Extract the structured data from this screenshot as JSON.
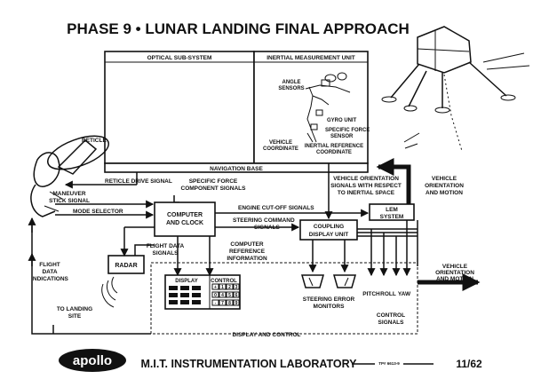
{
  "title": "PHASE 9 • LUNAR LANDING FINAL APPROACH",
  "blocks": {
    "optical": "OPTICAL SUB-SYSTEM",
    "imu": "INERTIAL MEASUREMENT UNIT",
    "nav_base": "NAVIGATION BASE",
    "computer_l1": "COMPUTER",
    "computer_l2": "AND CLOCK",
    "radar": "RADAR",
    "coupling_l1": "COUPLING",
    "coupling_l2": "DISPLAY UNIT",
    "lem_l1": "LEM",
    "lem_l2": "SYSTEM"
  },
  "imu_labels": {
    "angle_l1": "ANGLE",
    "angle_l2": "SENSORS",
    "gyro": "GYRO UNIT",
    "sfs_l1": "SPECIFIC FORCE",
    "sfs_l2": "SENSOR",
    "vc_l1": "VEHICLE",
    "vc_l2": "COORDINATE",
    "irc_l1": "INERTIAL REFERENCE",
    "irc_l2": "COORDINATE"
  },
  "signals": {
    "reticle": "RETICLE",
    "reticle_drive": "RETICLE DRIVE SIGNAL",
    "maneuver_l1": "MANEUVER",
    "maneuver_l2": "STICK SIGNAL",
    "mode_selector": "MODE SELECTOR",
    "sfc_l1": "SPECIFIC FORCE",
    "sfc_l2": "COMPONENT SIGNALS",
    "vos_l1": "VEHICLE ORIENTATION",
    "vos_l2": "SIGNALS WITH RESPECT",
    "vos_l3": "TO INERTIAL SPACE",
    "vom_top_l1": "VEHICLE",
    "vom_top_l2": "ORIENTATION",
    "vom_top_l3": "AND MOTION",
    "engine_cutoff": "ENGINE CUT-OFF SIGNALS",
    "steering_l1": "STEERING COMMAND",
    "steering_l2": "SIGNALS",
    "flight_data_l1": "FLIGHT DATA",
    "flight_data_l2": "SIGNALS",
    "cri_l1": "COMPUTER",
    "cri_l2": "REFERENCE",
    "cri_l3": "INFORMATION",
    "fdi_l1": "FLIGHT",
    "fdi_l2": "DATA",
    "fdi_l3": "INDICATIONS",
    "landing_l1": "TO LANDING",
    "landing_l2": "SITE",
    "vom_right_l1": "VEHICLE",
    "vom_right_l2": "ORIENTATION",
    "vom_right_l3": "AND MOTION",
    "pitch": "PITCH",
    "roll": "ROLL",
    "yaw": "YAW",
    "control_sig_l1": "CONTROL",
    "control_sig_l2": "SIGNALS",
    "sem_l1": "STEERING ERROR",
    "sem_l2": "MONITORS",
    "display_and_control": "DISPLAY AND CONTROL"
  },
  "panel": {
    "display": "DISPLAY",
    "control": "CONTROL",
    "keys": [
      "+",
      "1",
      "2",
      "3",
      "0",
      "4",
      "5",
      "6",
      "-",
      "7",
      "8",
      "9"
    ]
  },
  "footer": {
    "logo": "apollo",
    "lab": "M.I.T. INSTRUMENTATION LABORATORY",
    "tp": "TP# 6613-9",
    "page": "11/62"
  }
}
